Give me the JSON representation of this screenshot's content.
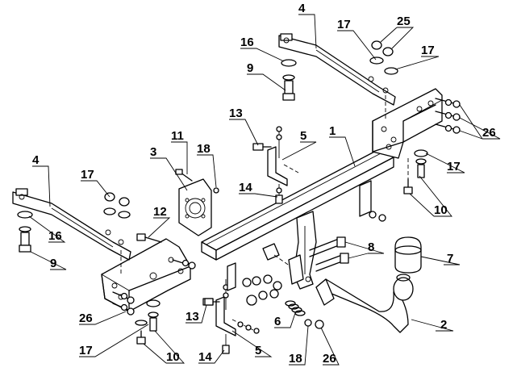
{
  "callouts": [
    {
      "label": "1"
    },
    {
      "label": "2"
    },
    {
      "label": "3"
    },
    {
      "label": "4"
    },
    {
      "label": "4"
    },
    {
      "label": "5"
    },
    {
      "label": "5"
    },
    {
      "label": "6"
    },
    {
      "label": "7"
    },
    {
      "label": "8"
    },
    {
      "label": "9"
    },
    {
      "label": "9"
    },
    {
      "label": "10"
    },
    {
      "label": "10"
    },
    {
      "label": "11"
    },
    {
      "label": "12"
    },
    {
      "label": "13"
    },
    {
      "label": "13"
    },
    {
      "label": "14"
    },
    {
      "label": "14"
    },
    {
      "label": "16"
    },
    {
      "label": "16"
    },
    {
      "label": "17"
    },
    {
      "label": "17"
    },
    {
      "label": "17"
    },
    {
      "label": "17"
    },
    {
      "label": "18"
    },
    {
      "label": "18"
    },
    {
      "label": "25"
    },
    {
      "label": "26"
    },
    {
      "label": "26"
    },
    {
      "label": "26"
    }
  ]
}
